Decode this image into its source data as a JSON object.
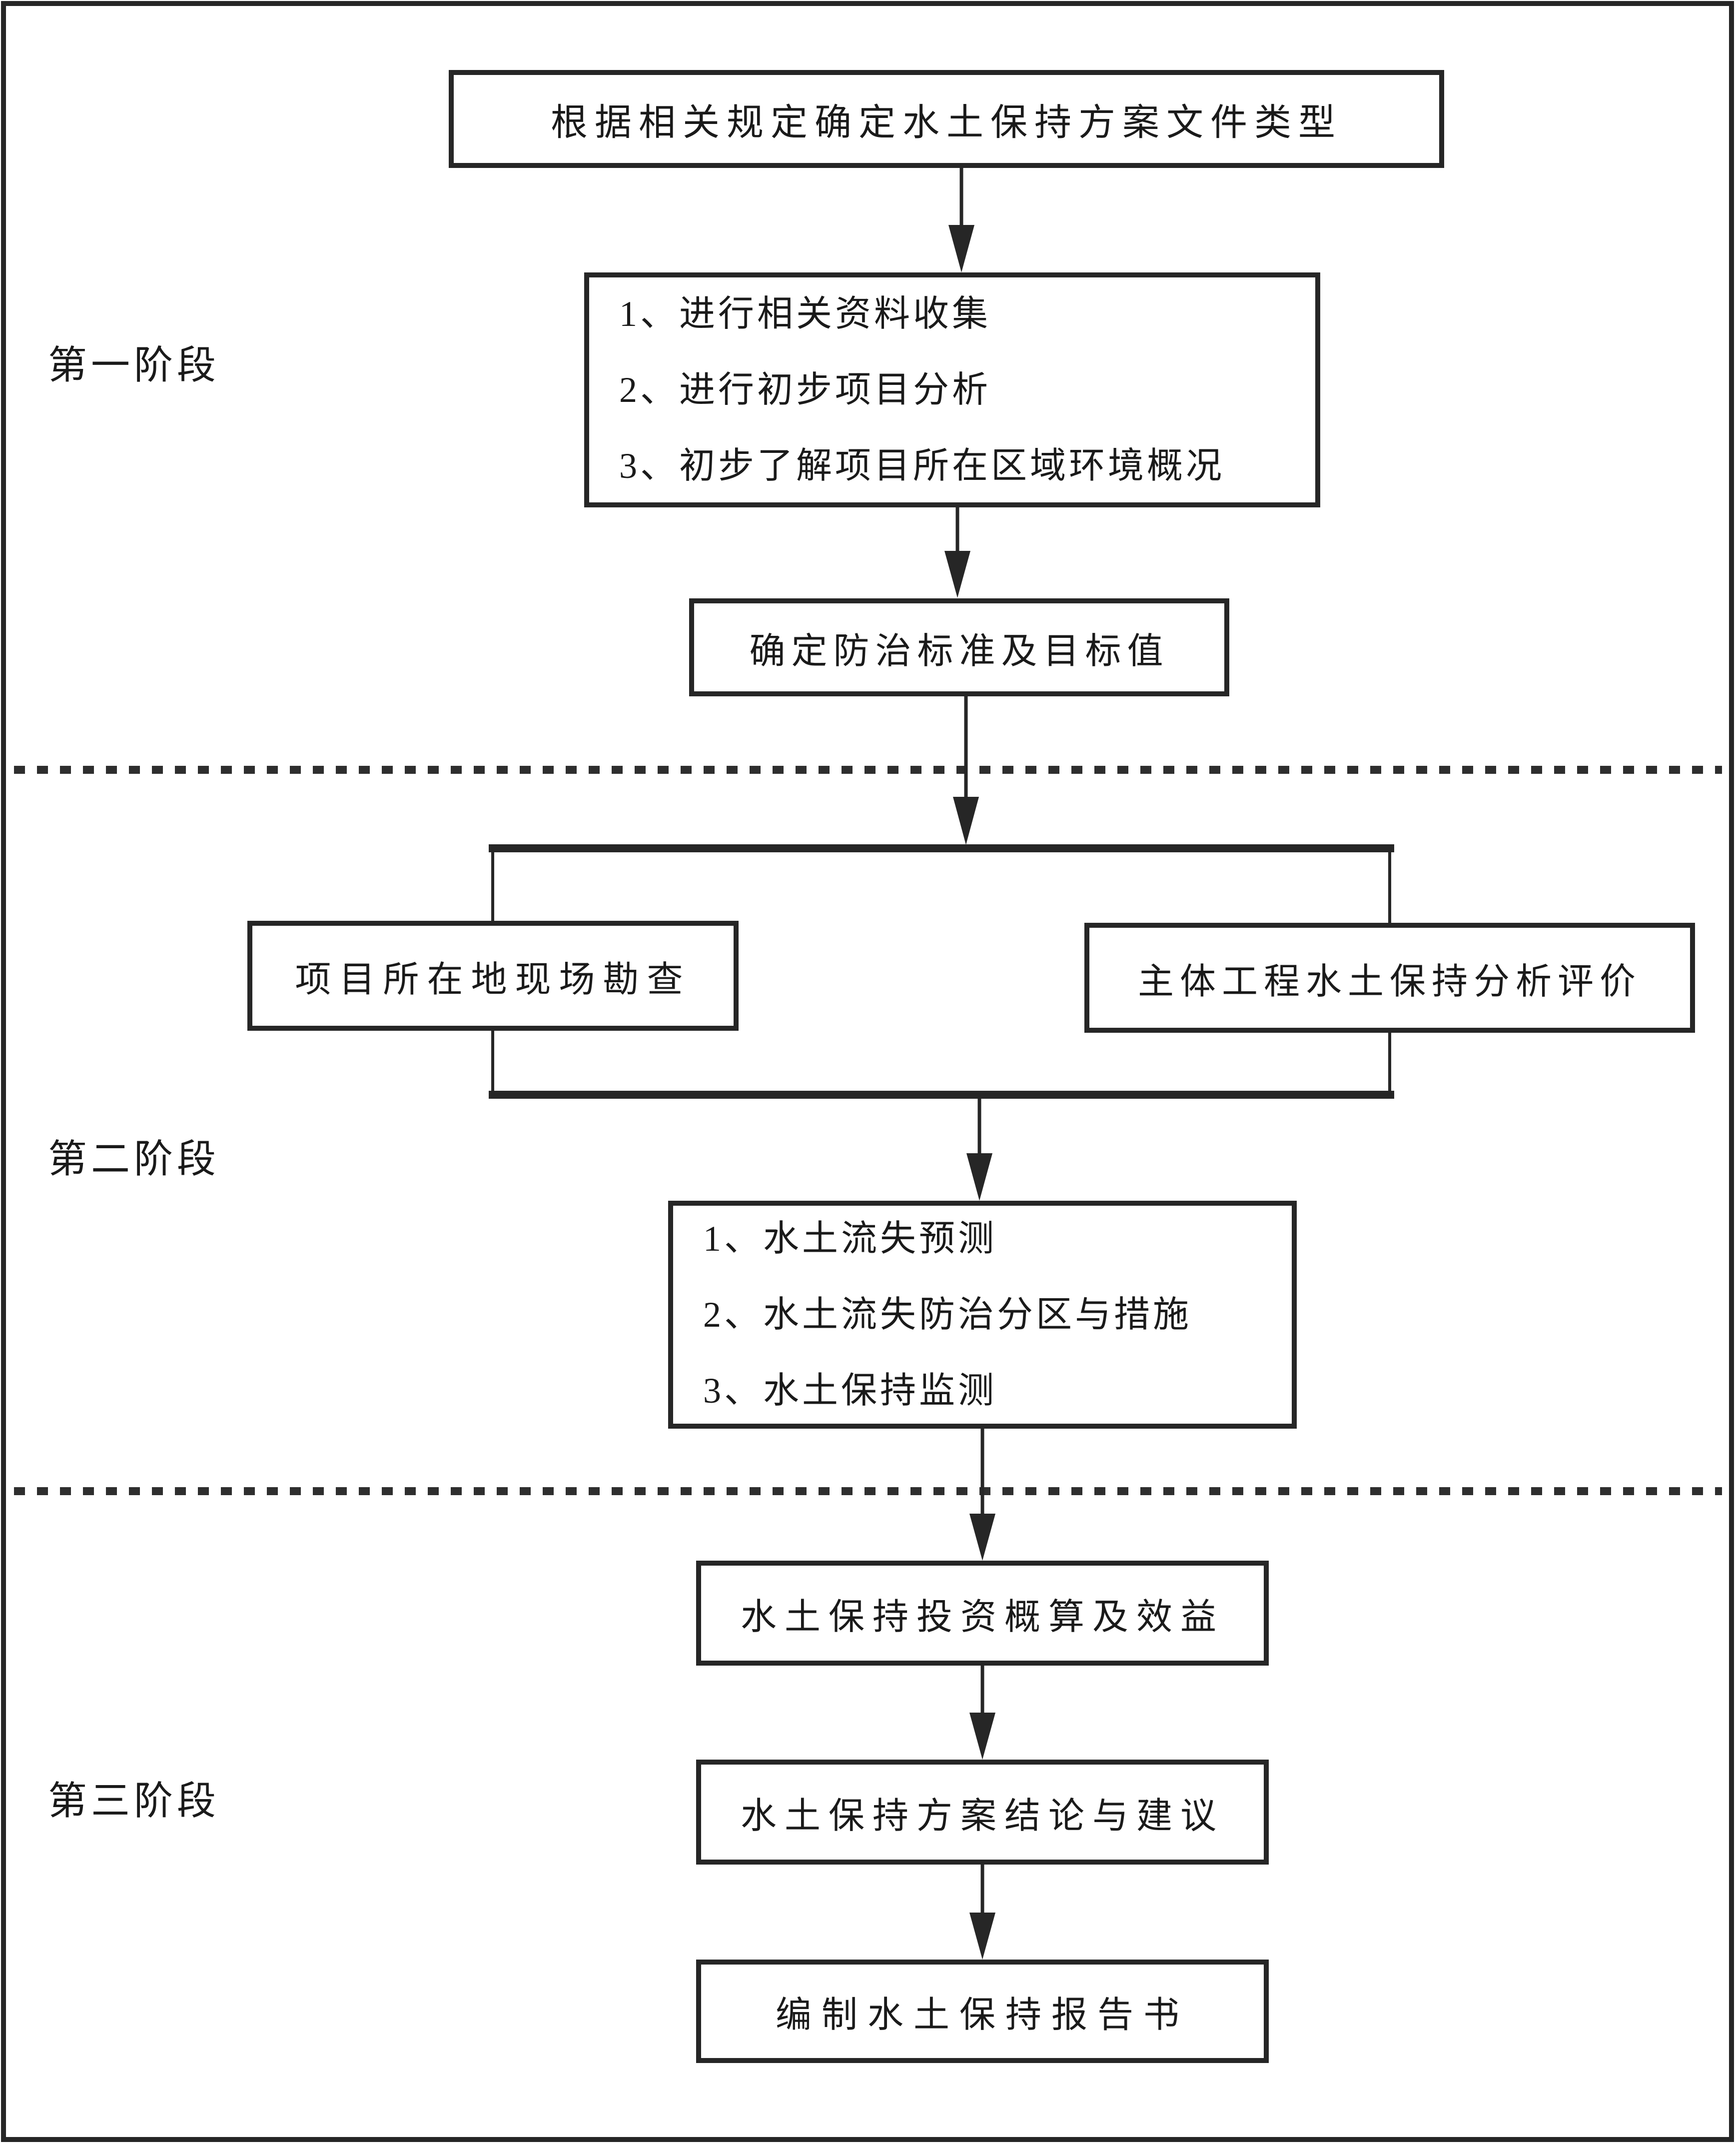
{
  "diagram": {
    "stages": [
      {
        "label": "第一阶段"
      },
      {
        "label": "第二阶段"
      },
      {
        "label": "第三阶段"
      }
    ],
    "nodes": {
      "doc_type": "根据相关规定确定水土保持方案文件类型",
      "stage1_tasks": [
        "1、进行相关资料收集",
        "2、进行初步项目分析",
        "3、初步了解项目所在区域环境概况"
      ],
      "standards": "确定防治标准及目标值",
      "site_survey": "项目所在地现场勘查",
      "main_project_eval": "主体工程水土保持分析评价",
      "stage2_tasks": [
        "1、水土流失预测",
        "2、水土流失防治分区与措施",
        "3、水土保持监测"
      ],
      "investment": "水土保持投资概算及效益",
      "conclusions": "水土保持方案结论与建议",
      "report": "编制水土保持报告书"
    },
    "colors": {
      "line": "#262626",
      "text": "#1a1a1a",
      "background": "#ffffff"
    }
  }
}
